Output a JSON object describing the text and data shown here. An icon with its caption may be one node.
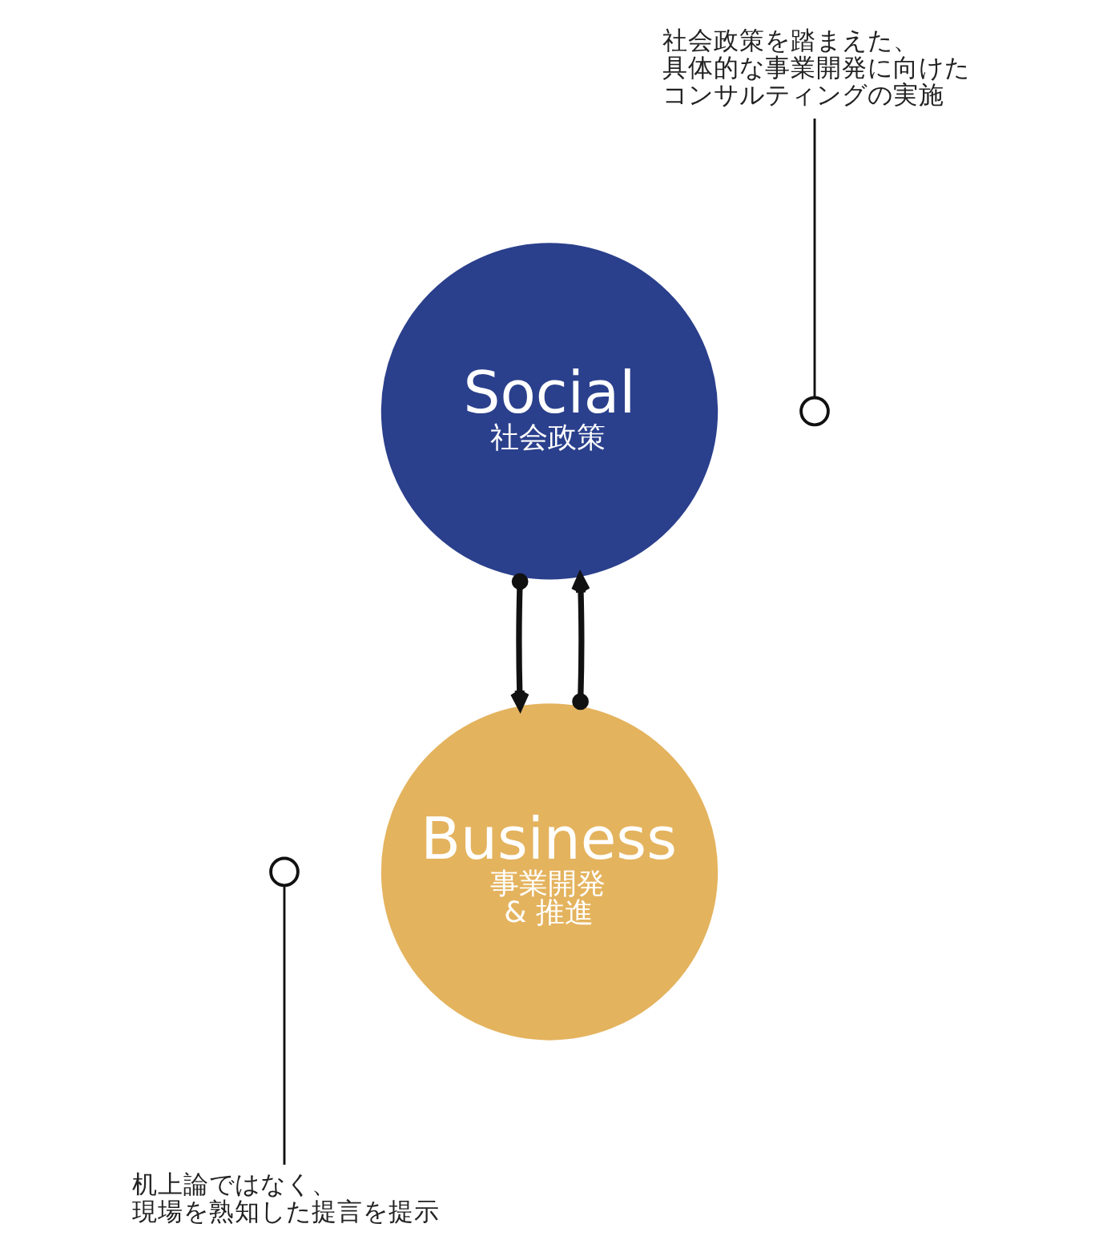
{
  "diagram": {
    "nodes": [
      {
        "text": [
          "社会政策を踏まえた、具体的な事業開発に向けたコンサルティングの実施"
        ]
      },
      {
        "text": [],
        "shape": "circle"
      },
      {
        "text": [
          "Social",
          "社会政策"
        ]
      },
      {
        "text": [
          "Business",
          "事業開発& 推進"
        ]
      },
      {
        "text": [],
        "shape": "circle"
      },
      {
        "text": [
          "机上論ではなく、現場を熟知した提言を提示"
        ]
      }
    ],
    "edges": [
      {
        "from": 2,
        "to": 3,
        "arrow": "to",
        "style": "thick"
      },
      {
        "from": 3,
        "to": 2,
        "arrow": "to",
        "style": "thick"
      },
      {
        "from": 0,
        "to": 1,
        "arrow": "none"
      },
      {
        "from": 5,
        "to": 4,
        "arrow": "none"
      }
    ]
  }
}
